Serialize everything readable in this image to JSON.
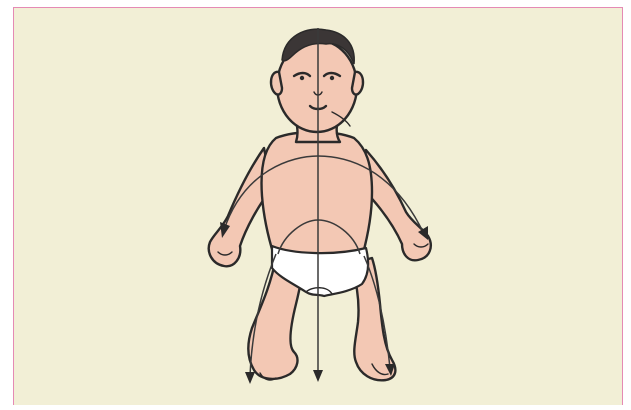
{
  "figure": {
    "background_color": "#f2efd6",
    "frame_color": "#e58ab4",
    "skin_color": "#f3c8b4",
    "line_color": "#2b2a2a",
    "subject": "standing-baby-illustration",
    "measurement_guides": [
      "crown-to-floor-line",
      "arm-span-arc",
      "hip-loop",
      "left-leg-arrow",
      "right-leg-arrow"
    ]
  }
}
